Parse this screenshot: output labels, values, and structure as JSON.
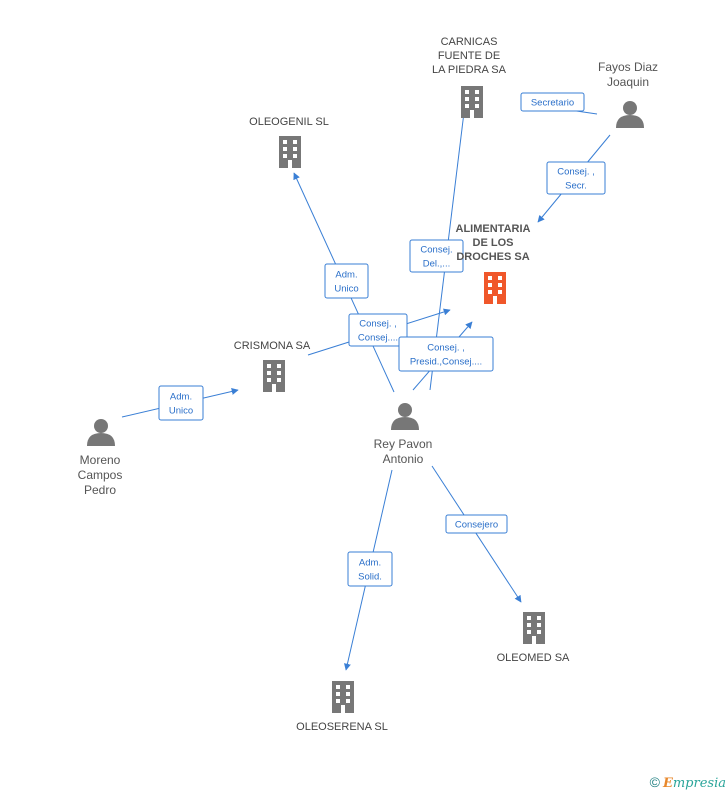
{
  "nodes": [
    {
      "id": "alimentaria",
      "type": "company",
      "main": true,
      "label": [
        "ALIMENTARIA",
        "DE LOS",
        "DROCHES SA"
      ]
    },
    {
      "id": "carnicas",
      "type": "company",
      "label": [
        "CARNICAS",
        "FUENTE DE",
        "LA PIEDRA SA"
      ]
    },
    {
      "id": "oleogenil",
      "type": "company",
      "label": [
        "OLEOGENIL SL"
      ]
    },
    {
      "id": "crismona",
      "type": "company",
      "label": [
        "CRISMONA SA"
      ]
    },
    {
      "id": "oleomed",
      "type": "company",
      "label": [
        "OLEOMED SA"
      ]
    },
    {
      "id": "oleoserena",
      "type": "company",
      "label": [
        "OLEOSERENA SL"
      ]
    },
    {
      "id": "fayos",
      "type": "person",
      "label": [
        "Fayos Diaz",
        "Joaquin"
      ]
    },
    {
      "id": "moreno",
      "type": "person",
      "label": [
        "Moreno",
        "Campos",
        "Pedro"
      ]
    },
    {
      "id": "rey",
      "type": "person",
      "label": [
        "Rey Pavon",
        "Antonio"
      ]
    }
  ],
  "edges": [
    {
      "from": "fayos",
      "to": "carnicas",
      "label": [
        "Secretario"
      ]
    },
    {
      "from": "fayos",
      "to": "alimentaria",
      "label": [
        "Consej. ,",
        "Secr."
      ]
    },
    {
      "from": "rey",
      "to": "oleogenil",
      "label": [
        "Adm.",
        "Unico"
      ]
    },
    {
      "from": "rey",
      "to": "carnicas",
      "label": [
        "Consej.",
        "Del.,..."
      ]
    },
    {
      "from": "rey",
      "to": "crismona_edge",
      "label": [
        "Consej. ,",
        "Consej...."
      ]
    },
    {
      "from": "rey",
      "to": "alimentaria",
      "label": [
        "Consej. ,",
        "Presid.,Consej...."
      ]
    },
    {
      "from": "moreno",
      "to": "crismona",
      "label": [
        "Adm.",
        "Unico"
      ]
    },
    {
      "from": "rey",
      "to": "oleomed",
      "label": [
        "Consejero"
      ]
    },
    {
      "from": "rey",
      "to": "oleoserena",
      "label": [
        "Adm.",
        "Solid."
      ]
    }
  ],
  "footer": {
    "copyright": "©",
    "brand_initial": "E",
    "brand_rest": "mpresia"
  },
  "colors": {
    "edge": "#3a7fd5",
    "company": "#777777",
    "main_company": "#f0572a",
    "person": "#777777"
  }
}
